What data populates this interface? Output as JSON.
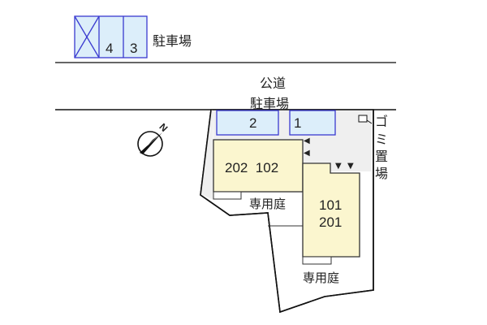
{
  "colors": {
    "parking_fill": "#dceefa",
    "parking_border": "#3a3ad0",
    "unit_fill": "#fbf6cf",
    "common_area_fill": "#f0f0f0",
    "line": "#1a1a1a"
  },
  "offsite_parking": {
    "spaces": [
      {
        "label": "",
        "crossed": true
      },
      {
        "label": "4"
      },
      {
        "label": "3"
      }
    ],
    "label": "駐車場"
  },
  "road": {
    "label": "公道"
  },
  "onsite_parking": {
    "label": "駐車場",
    "spaces": [
      {
        "label": "2"
      },
      {
        "label": "1"
      }
    ]
  },
  "garbage": {
    "label_chars": [
      "ゴ",
      "ミ",
      "置",
      "場"
    ]
  },
  "compass": {
    "label": "N"
  },
  "buildings": [
    {
      "label": "202  102"
    },
    {
      "line1": "101",
      "line2": "201"
    }
  ],
  "gardens": [
    {
      "label": "専用庭"
    },
    {
      "label": "専用庭"
    }
  ],
  "entrances": {
    "left_arrows": [
      "◀",
      "◀"
    ],
    "down_arrows": [
      "▼",
      "▼"
    ]
  }
}
